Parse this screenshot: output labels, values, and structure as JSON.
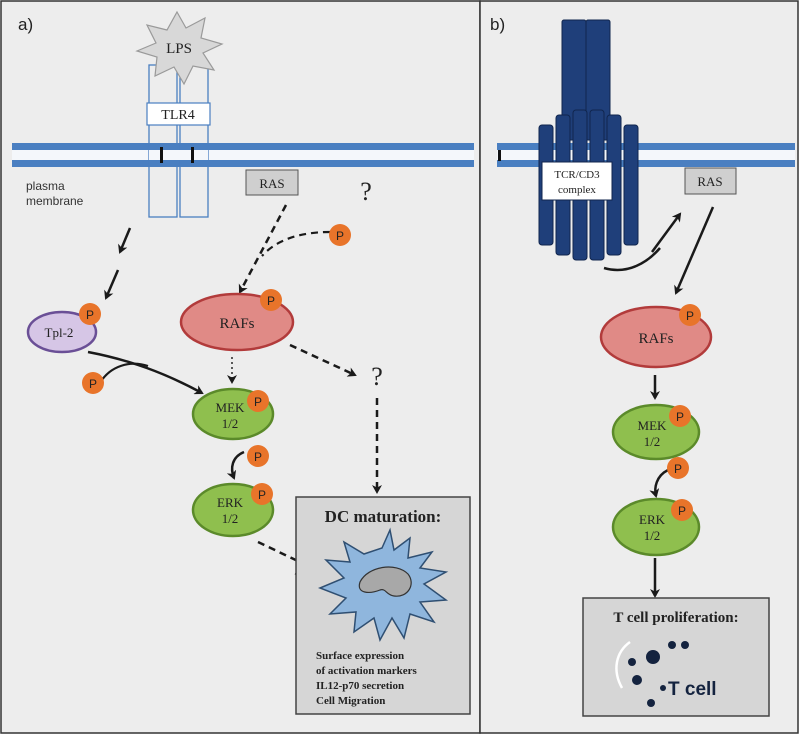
{
  "panels": {
    "a": {
      "label": "a)"
    },
    "b": {
      "label": "b)"
    }
  },
  "panel_a": {
    "lps": "LPS",
    "tlr4": "TLR4",
    "ras": "RAS",
    "membrane_line1": "plasma",
    "membrane_line2": "membrane",
    "question1": "?",
    "question2": "?",
    "tpl2": "Tpl-2",
    "rafs": "RAFs",
    "mek_line1": "MEK",
    "mek_line2": "1/2",
    "erk_line1": "ERK",
    "erk_line2": "1/2",
    "phospho": "P",
    "dc_box": {
      "title": "DC maturation:",
      "lines": [
        "Surface expression",
        "of activation markers",
        "IL12-p70 secretion",
        "Cell Migration"
      ]
    }
  },
  "panel_b": {
    "tcr_line1": "TCR/CD3",
    "tcr_line2": "complex",
    "ras": "RAS",
    "rafs": "RAFs",
    "mek_line1": "MEK",
    "mek_line2": "1/2",
    "erk_line1": "ERK",
    "erk_line2": "1/2",
    "phospho": "P",
    "tcell_box": {
      "title": "T cell proliferation:",
      "cell_label": "T cell"
    }
  },
  "colors": {
    "membrane": "#4a7fc1",
    "raf_fill": "#e08a86",
    "raf_stroke": "#b23b3b",
    "mek_erk_fill": "#8fbf4e",
    "mek_erk_stroke": "#5b8a2a",
    "tpl2_fill": "#d6c6e6",
    "tpl2_stroke": "#6a4f96",
    "phospho_fill": "#e8742a",
    "tcr_blue": "#1f3f7a",
    "dc_cell": "#8fb6dd"
  }
}
